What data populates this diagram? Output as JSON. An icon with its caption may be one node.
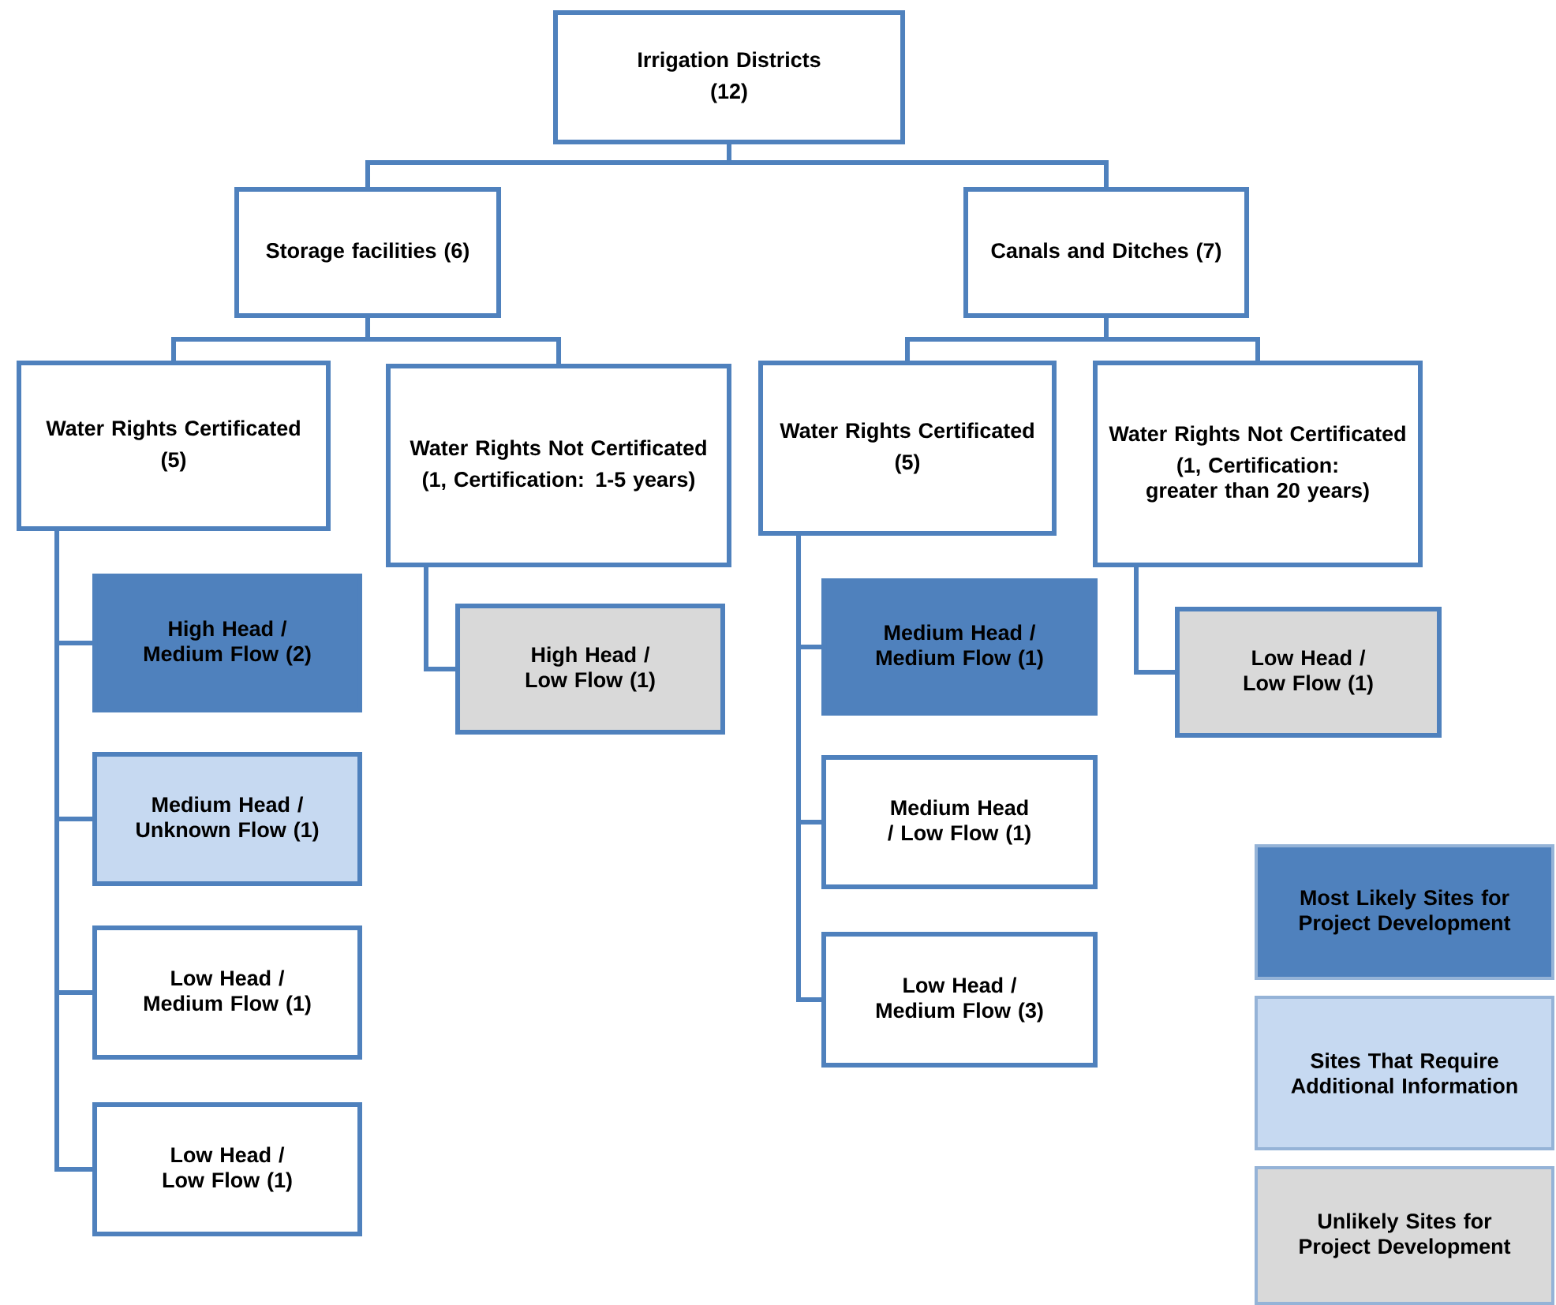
{
  "diagram": {
    "nodes": [
      {
        "text": [
          "Irrigation Districts",
          "(12)"
        ]
      },
      {
        "text": [
          "Storage facilities (6)"
        ]
      },
      {
        "text": [
          "Canals and Ditches (7)"
        ]
      },
      {
        "text": [
          "Water Rights Certificated",
          "(5)"
        ]
      },
      {
        "text": [
          "Water Rights Not Certificated",
          "(1, Certification:  1-5 years)"
        ]
      },
      {
        "text": [
          "Water Rights Certificated",
          "(5)"
        ]
      },
      {
        "text": [
          "Water Rights Not Certificated",
          "(1, Certification: greater than 20 years)"
        ]
      },
      {
        "text": [
          "High Head / Medium Flow (2)"
        ]
      },
      {
        "text": [
          "Medium Head / Unknown Flow (1)"
        ]
      },
      {
        "text": [
          "Low Head / Medium Flow (1)"
        ]
      },
      {
        "text": [
          "Low Head / Low Flow (1)"
        ]
      },
      {
        "text": [
          "High Head / Low Flow (1)"
        ]
      },
      {
        "text": [
          "Medium Head / Medium Flow (1)"
        ]
      },
      {
        "text": [
          "Medium Head / Low Flow (1)"
        ]
      },
      {
        "text": [
          "Low Head / Medium Flow (3)"
        ]
      },
      {
        "text": [
          "Low Head / Low Flow (1)"
        ]
      }
    ],
    "edges": [
      {
        "from": 0,
        "to": 1,
        "arrow": "none"
      },
      {
        "from": 0,
        "to": 2,
        "arrow": "none"
      },
      {
        "from": 1,
        "to": 3,
        "arrow": "none"
      },
      {
        "from": 1,
        "to": 4,
        "arrow": "none"
      },
      {
        "from": 2,
        "to": 5,
        "arrow": "none"
      },
      {
        "from": 2,
        "to": 6,
        "arrow": "none"
      },
      {
        "from": 3,
        "to": 7,
        "arrow": "none"
      },
      {
        "from": 3,
        "to": 8,
        "arrow": "none"
      },
      {
        "from": 3,
        "to": 9,
        "arrow": "none"
      },
      {
        "from": 3,
        "to": 10,
        "arrow": "none"
      },
      {
        "from": 4,
        "to": 11,
        "arrow": "none"
      },
      {
        "from": 5,
        "to": 12,
        "arrow": "none"
      },
      {
        "from": 5,
        "to": 13,
        "arrow": "none"
      },
      {
        "from": 5,
        "to": 14,
        "arrow": "none"
      },
      {
        "from": 6,
        "to": 15,
        "arrow": "none"
      }
    ],
    "legend": [
      {
        "text": "Most Likely Sites for Project Development",
        "color": "#4f81bd"
      },
      {
        "text": "Sites That Require Additional Information",
        "color": "#c6d9f1"
      },
      {
        "text": "Unlikely Sites for Project Development",
        "color": "#d9d9d9"
      }
    ]
  }
}
